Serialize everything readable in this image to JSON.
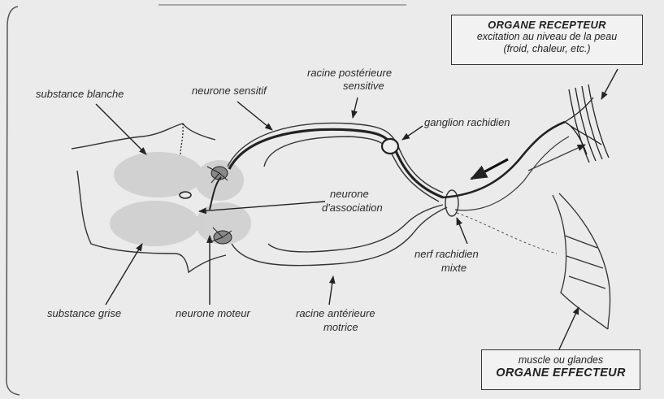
{
  "labels": {
    "substance_blanche": "substance blanche",
    "neurone_sensitif": "neurone sensitif",
    "racine_posterieure_1": "racine postérieure",
    "racine_posterieure_2": "sensitive",
    "ganglion_rachidien": "ganglion rachidien",
    "neurone_association_1": "neurone",
    "neurone_association_2": "d'association",
    "nerf_rachidien_1": "nerf rachidien",
    "nerf_rachidien_2": "mixte",
    "substance_grise": "substance grise",
    "neurone_moteur": "neurone moteur",
    "racine_anterieure_1": "racine antérieure",
    "racine_anterieure_2": "motrice"
  },
  "recepteur_box": {
    "title": "ORGANE RECEPTEUR",
    "line1": "excitation au niveau de la peau",
    "line2": "(froid, chaleur, etc.)"
  },
  "effecteur_box": {
    "line1": "muscle ou glandes",
    "title": "ORGANE EFFECTEUR"
  }
}
